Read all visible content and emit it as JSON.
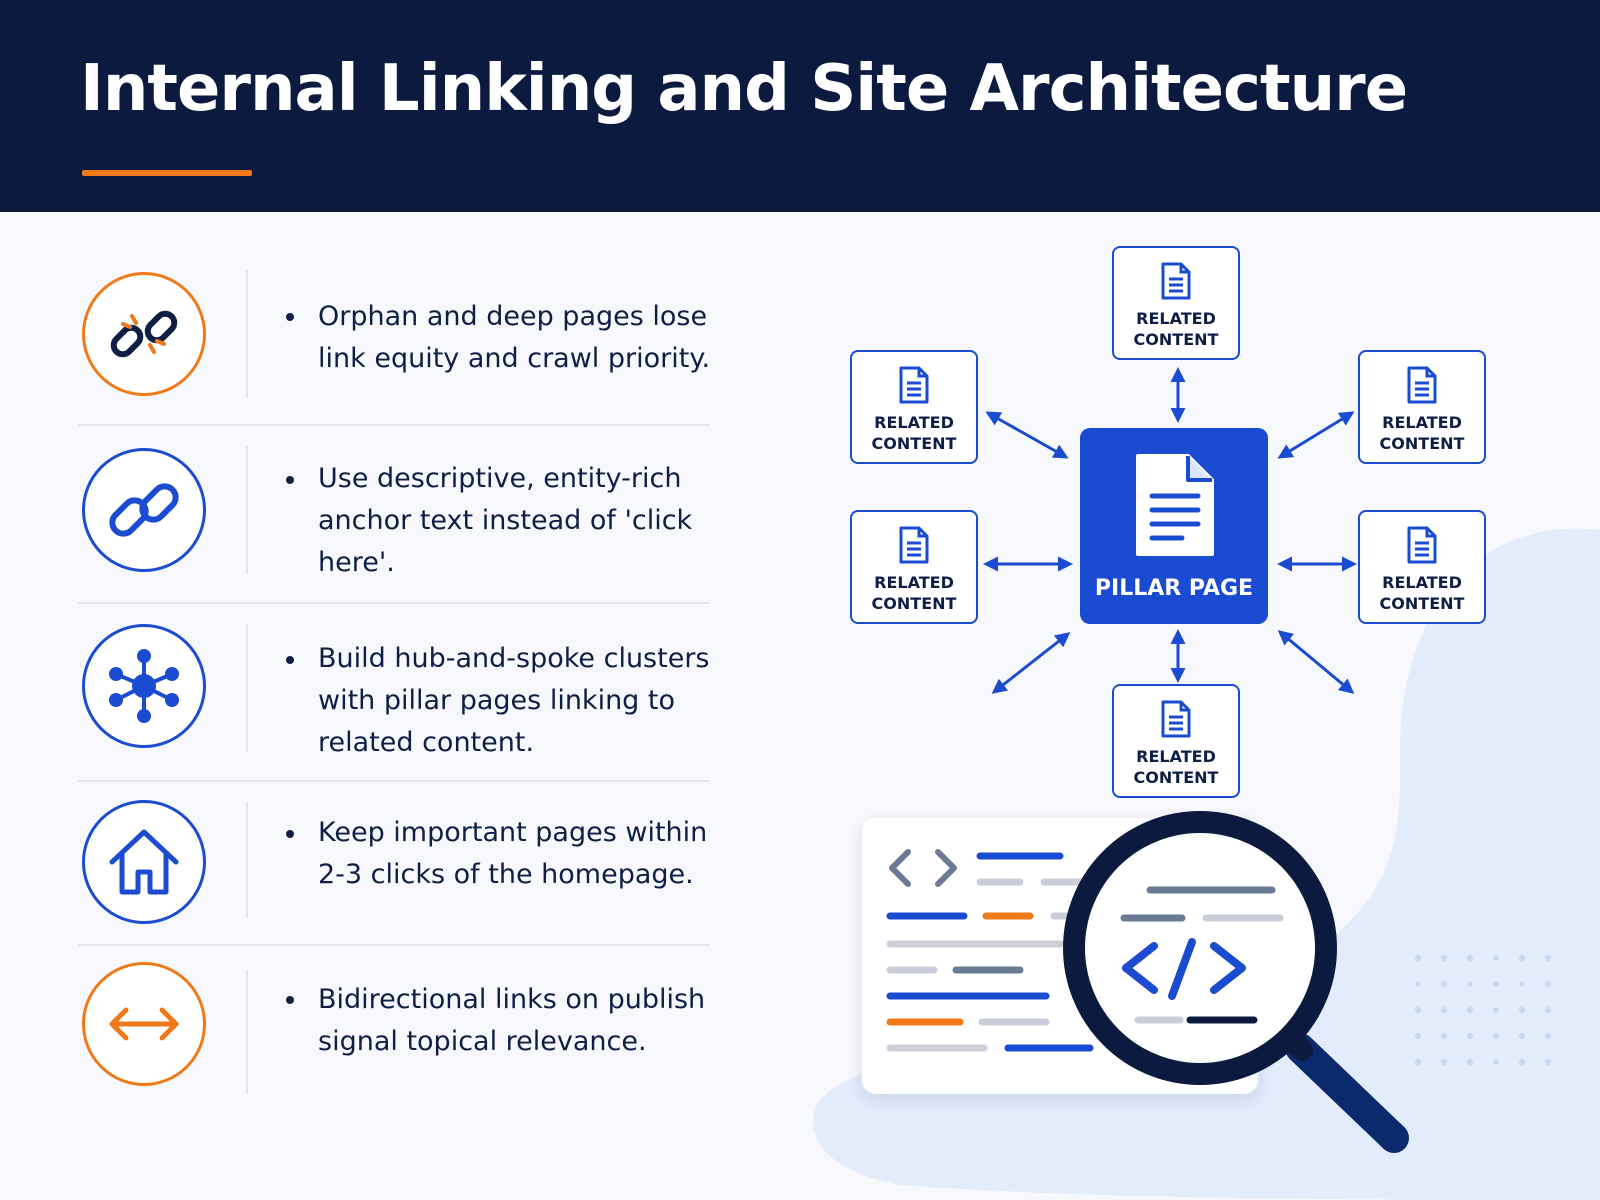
{
  "header": {
    "title": "Internal Linking and Site Architecture"
  },
  "tips": [
    {
      "icon": "broken-chain-icon",
      "text": "Orphan and deep pages lose link equity and crawl priority."
    },
    {
      "icon": "chain-link-icon",
      "text": "Use descriptive, entity-rich anchor text instead of 'click here'."
    },
    {
      "icon": "hub-spoke-icon",
      "text": "Build hub-and-spoke clusters with pillar pages linking to related content."
    },
    {
      "icon": "home-icon",
      "text": "Keep important pages within 2-3 clicks of the homepage."
    },
    {
      "icon": "bidirectional-arrow-icon",
      "text": "Bidirectional links on publish signal topical relevance."
    }
  ],
  "diagram": {
    "hub_label": "PILLAR PAGE",
    "spokes": [
      {
        "line1": "RELATED",
        "line2": "CONTENT"
      },
      {
        "line1": "RELATED",
        "line2": "CONTENT"
      },
      {
        "line1": "RELATED",
        "line2": "CONTENT"
      },
      {
        "line1": "RELATED",
        "line2": "CONTENT"
      },
      {
        "line1": "RELATED",
        "line2": "CONTENT"
      },
      {
        "line1": "RELATED",
        "line2": "CONTENT"
      }
    ]
  },
  "illustration": {
    "icon": "magnifier-code-icon",
    "colors": {
      "navy": "#0b1a3e",
      "blue": "#1a4bd1",
      "orange": "#f07a1a"
    }
  }
}
